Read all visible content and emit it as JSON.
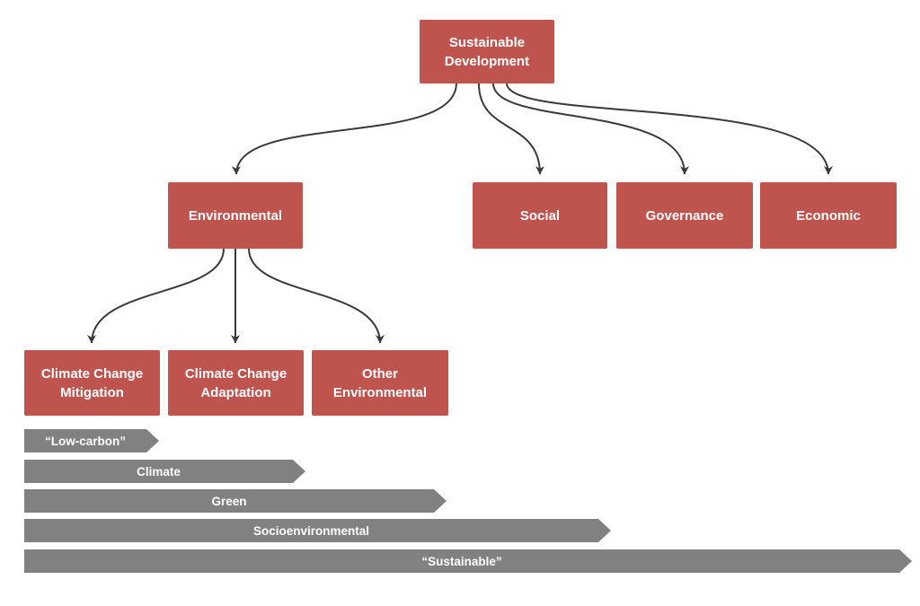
{
  "colors": {
    "node": "#bf544f",
    "bar": "#818181",
    "arrow": "#3a3a3a",
    "node_text": "#ffffff",
    "bar_text": "#ffffff"
  },
  "diagram": {
    "root": {
      "label": "Sustainable Development"
    },
    "level2": [
      {
        "label": "Environmental"
      },
      {
        "label": "Social"
      },
      {
        "label": "Governance"
      },
      {
        "label": "Economic"
      }
    ],
    "level3": [
      {
        "label": "Climate Change Mitigation"
      },
      {
        "label": "Climate Change Adaptation"
      },
      {
        "label": "Other Environmental"
      }
    ],
    "edges": [
      {
        "from": "Sustainable Development",
        "to": "Environmental"
      },
      {
        "from": "Sustainable Development",
        "to": "Social"
      },
      {
        "from": "Sustainable Development",
        "to": "Governance"
      },
      {
        "from": "Sustainable Development",
        "to": "Economic"
      },
      {
        "from": "Environmental",
        "to": "Climate Change Mitigation"
      },
      {
        "from": "Environmental",
        "to": "Climate Change Adaptation"
      },
      {
        "from": "Environmental",
        "to": "Other Environmental"
      }
    ],
    "bars": [
      {
        "label": "“Low-carbon”"
      },
      {
        "label": "Climate"
      },
      {
        "label": "Green"
      },
      {
        "label": "Socioenvironmental"
      },
      {
        "label": "“Sustainable”"
      }
    ]
  }
}
